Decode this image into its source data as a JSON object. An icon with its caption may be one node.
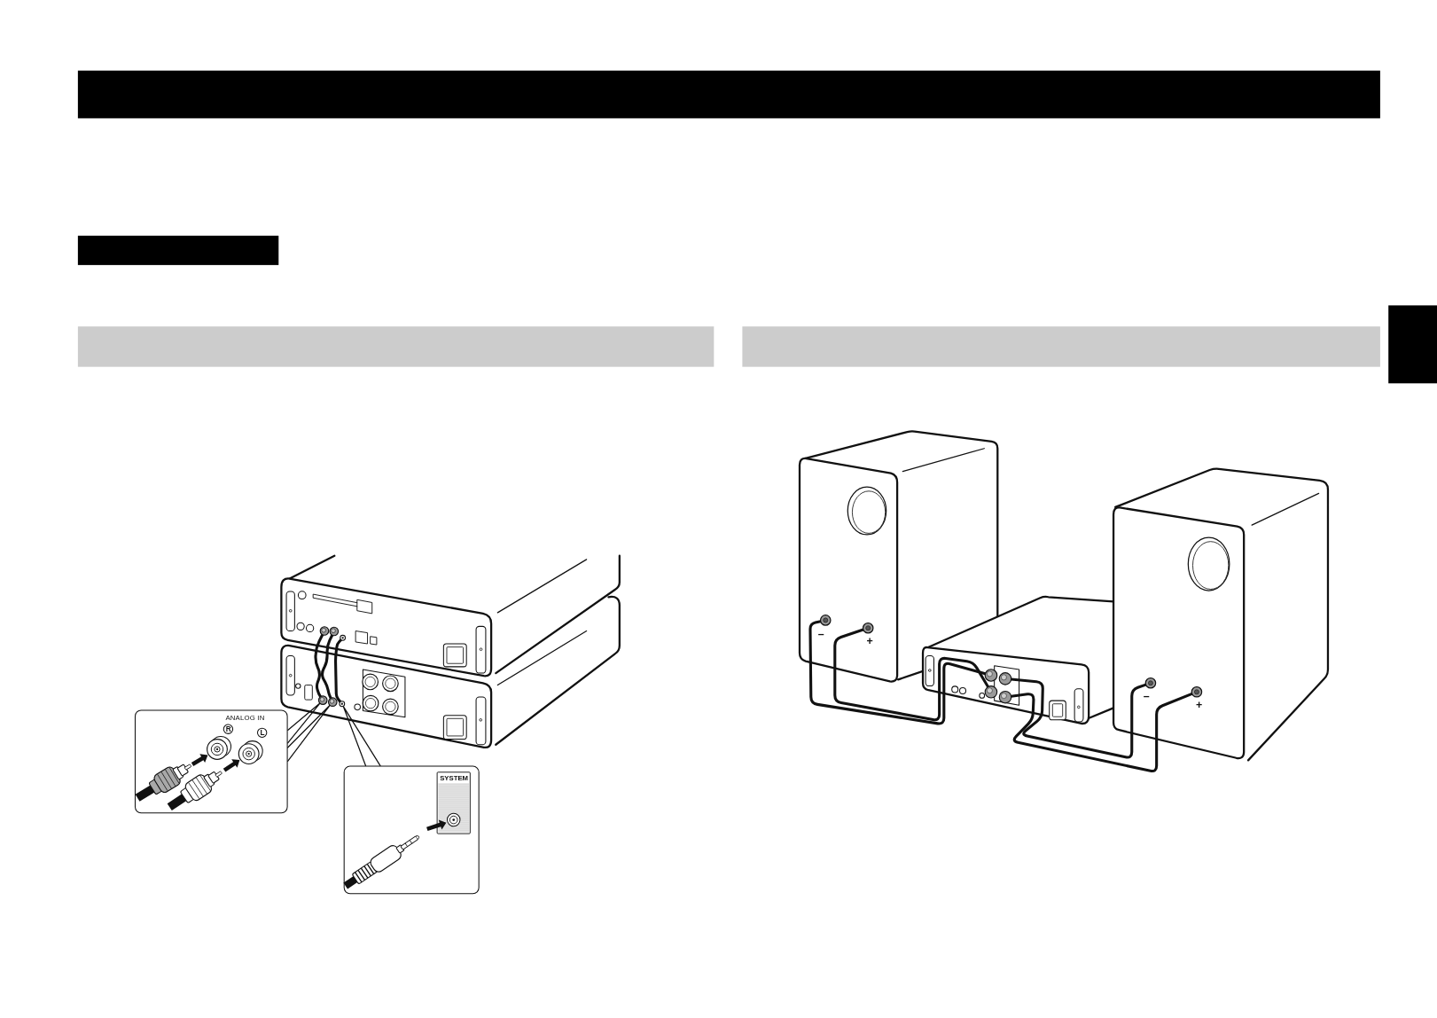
{
  "diagram": {
    "nodes": [
      {
        "text": [],
        "shape": "bar"
      },
      {
        "text": [],
        "shape": "bar"
      },
      {
        "text": [],
        "shape": "bar"
      },
      {
        "text": [],
        "shape": "bar"
      },
      {
        "text": [],
        "shape": "bar"
      },
      {
        "text": [],
        "shape": "circle"
      },
      {
        "text": [],
        "shape": "circle"
      },
      {
        "text": [],
        "shape": "circle"
      },
      {
        "text": [],
        "shape": "circle"
      },
      {
        "text": [],
        "shape": "circle"
      },
      {
        "text": [],
        "shape": "circle"
      },
      {
        "text": [
          "ANALOG IN",
          "R",
          "L"
        ]
      },
      {
        "text": [
          "SYSTEM"
        ]
      },
      {
        "text": [],
        "shape": "circle",
        "beside": [
          "–"
        ]
      },
      {
        "text": [],
        "shape": "circle",
        "beside": [
          "+"
        ]
      },
      {
        "text": [],
        "shape": "circle"
      },
      {
        "text": [],
        "shape": "circle"
      },
      {
        "text": [],
        "shape": "circle"
      },
      {
        "text": [],
        "shape": "circle"
      },
      {
        "text": [],
        "shape": "circle",
        "beside": [
          "–"
        ]
      },
      {
        "text": [],
        "shape": "circle",
        "beside": [
          "+"
        ]
      }
    ],
    "edges": [
      {
        "from": 5,
        "to": 8,
        "arrow": "none"
      },
      {
        "from": 6,
        "to": 9,
        "arrow": "none"
      },
      {
        "from": 7,
        "to": 10,
        "arrow": "none"
      },
      {
        "from": 11,
        "to": 8,
        "arrow": "none"
      },
      {
        "from": 11,
        "to": 9,
        "arrow": "none"
      },
      {
        "from": 12,
        "to": 10,
        "arrow": "none"
      },
      {
        "from": 13,
        "to": 15,
        "arrow": "none"
      },
      {
        "from": 14,
        "to": 17,
        "arrow": "none"
      },
      {
        "from": 16,
        "to": 19,
        "arrow": "none"
      },
      {
        "from": 18,
        "to": 20,
        "arrow": "none"
      }
    ]
  }
}
